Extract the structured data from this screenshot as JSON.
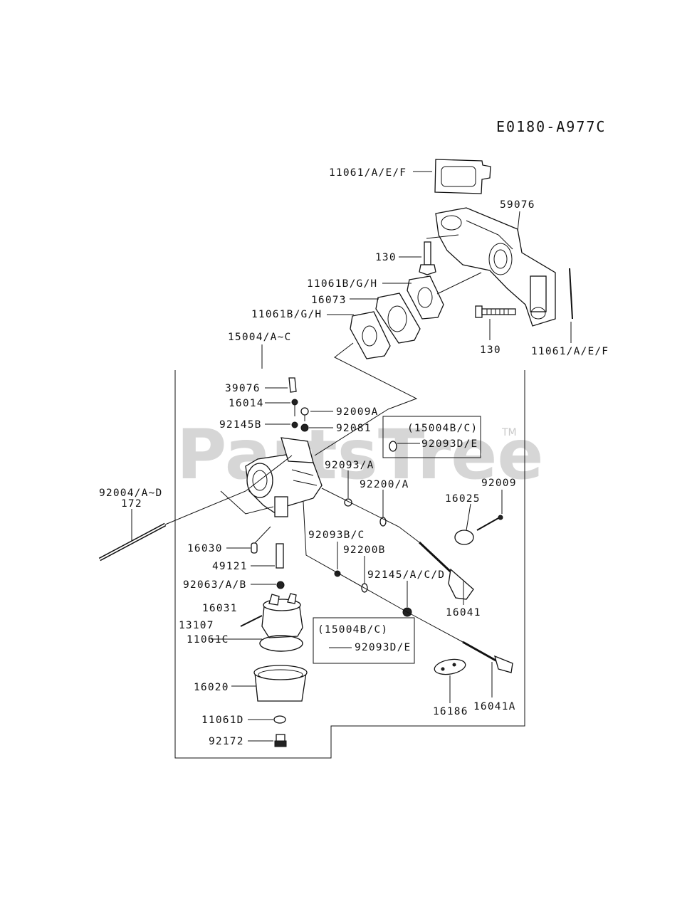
{
  "diagram_code": "E0180-A977C",
  "watermark": {
    "text": "PartsTree",
    "trademark": "TM"
  },
  "labels": {
    "p11061_aef_top": "11061/A/E/F",
    "p59076": "59076",
    "p130_a": "130",
    "p11061bgh_a": "11061B/G/H",
    "p16073": "16073",
    "p11061bgh_b": "11061B/G/H",
    "p130_b": "130",
    "p11061_aef_right": "11061/A/E/F",
    "p15004": "15004/A~C",
    "p39076": "39076",
    "p16014": "16014",
    "p92009a": "92009A",
    "p92145b": "92145B",
    "p92081": "92081",
    "p15004bc_a": "(15004B/C)",
    "p92093de_a": "92093D/E",
    "p92093a": "92093/A",
    "p92200a": "92200/A",
    "p92009": "92009",
    "p16025": "16025",
    "p92004": "92004/A~D",
    "p172": "172",
    "p16030": "16030",
    "p49121": "49121",
    "p92093bc": "92093B/C",
    "p92200b": "92200B",
    "p92145acd": "92145/A/C/D",
    "p92063": "92063/A/B",
    "p16041": "16041",
    "p16031": "16031",
    "p13107": "13107",
    "p11061c": "11061C",
    "p15004bc_b": "(15004B/C)",
    "p92093de_b": "92093D/E",
    "p16020": "16020",
    "p16186": "16186",
    "p16041a": "16041A",
    "p11061d": "11061D",
    "p92172": "92172"
  }
}
